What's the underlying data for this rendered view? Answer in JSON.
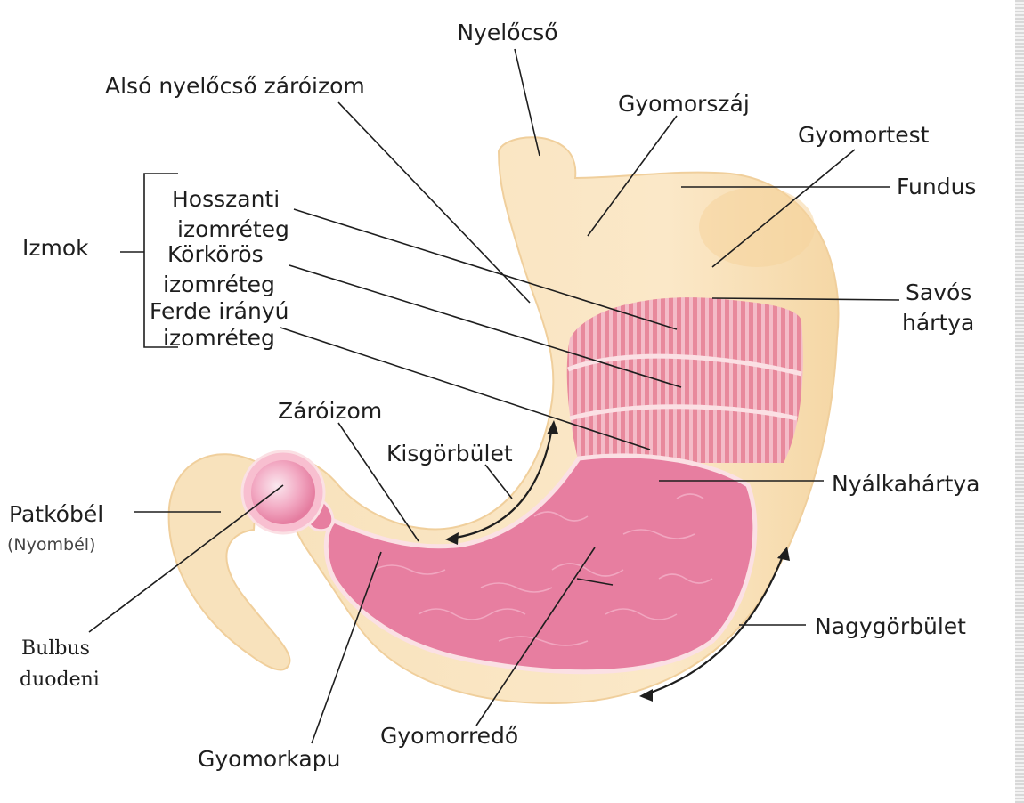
{
  "labels": {
    "nyelocso": "Nyelőcső",
    "also_zaroizom": "Alsó nyelőcső záróizom",
    "gyomorszaj": "Gyomorszáj",
    "gyomortest": "Gyomortest",
    "fundus": "Fundus",
    "hosszanti_1": "Hosszanti",
    "hosszanti_2": "izomréteg",
    "korkoros_1": "Körkörös",
    "korkoros_2": "izomréteg",
    "ferde_1": "Ferde irányú",
    "ferde_2": "izomréteg",
    "izmok": "Izmok",
    "savos_1": "Savós",
    "savos_2": "hártya",
    "zaroizom": "Záróizom",
    "kisgorbulet": "Kisgörbület",
    "nyalkahartya": "Nyálkahártya",
    "patkobel": "Patkóbél",
    "nyombel": "(Nyombél)",
    "bulbus_1": "Bulbus",
    "bulbus_2": "duodeni",
    "nagygorbulet": "Nagygörbület",
    "gyomorredo": "Gyomorredő",
    "gyomorkapu": "Gyomorkapu"
  },
  "colors": {
    "outer": "#f8e2bc",
    "outer_edge": "#f0cf9c",
    "muscle": "#e8899c",
    "muscle_stripe": "#f4bcc8",
    "mucosa": "#e77ea0",
    "mucosa_light": "#f3aec6",
    "ring": "#fbe0e4",
    "ink": "#1e1e1e"
  }
}
